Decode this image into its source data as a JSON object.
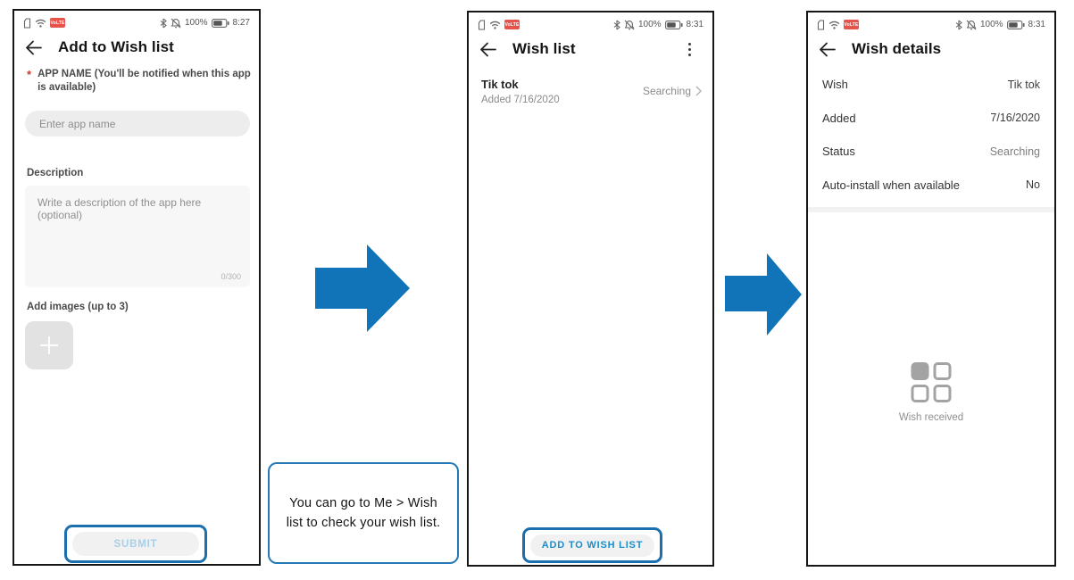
{
  "colors": {
    "arrow_blue": "#1173b8",
    "callout_border": "#2579b5",
    "accent_blue": "#1b8dcb",
    "disabled_blue": "#a8cfe8",
    "volte_red": "#e5534b"
  },
  "screen1": {
    "statusbar": {
      "volte": "VoLTE",
      "battery": "100%",
      "time": "8:27"
    },
    "header": {
      "title": "Add to Wish list"
    },
    "app_name": {
      "required_mark": "*",
      "label": "APP NAME (You'll be notified when this app is available)",
      "placeholder": "Enter app name"
    },
    "description": {
      "label": "Description",
      "placeholder": "Write a description of the app here (optional)",
      "counter": "0/300"
    },
    "images": {
      "label": "Add images (up to 3)"
    },
    "submit_label": "SUBMIT"
  },
  "screen2": {
    "statusbar": {
      "volte": "VoLTE",
      "battery": "100%",
      "time": "8:31"
    },
    "header": {
      "title": "Wish list"
    },
    "item": {
      "name": "Tik tok",
      "added": "Added 7/16/2020",
      "status": "Searching"
    },
    "button_label": "ADD TO WISH LIST"
  },
  "screen3": {
    "statusbar": {
      "volte": "VoLTE",
      "battery": "100%",
      "time": "8:31"
    },
    "header": {
      "title": "Wish details"
    },
    "rows": [
      {
        "label": "Wish",
        "value": "Tik tok"
      },
      {
        "label": "Added",
        "value": "7/16/2020"
      },
      {
        "label": "Status",
        "value": "Searching"
      },
      {
        "label": "Auto-install when available",
        "value": "No"
      }
    ],
    "empty_state": {
      "label": "Wish received"
    }
  },
  "callout": {
    "text": "You can go to Me > Wish list to check your wish list."
  }
}
